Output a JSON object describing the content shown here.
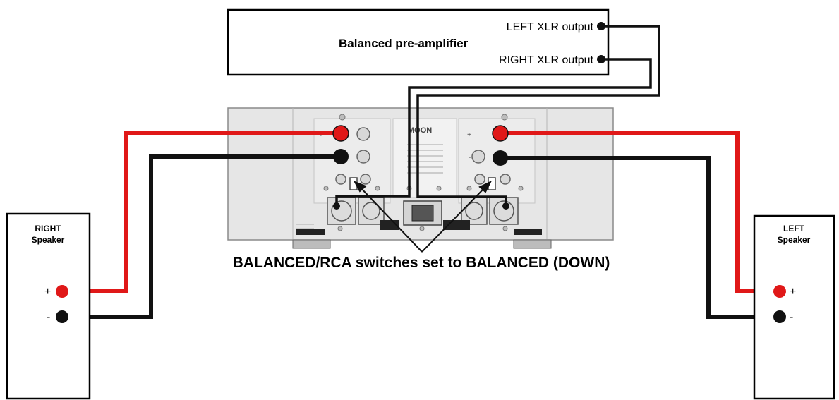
{
  "preamp": {
    "title": "Balanced pre-amplifier",
    "left_output": "LEFT XLR output",
    "right_output": "RIGHT XLR output"
  },
  "right_speaker": {
    "name_line1": "RIGHT",
    "name_line2": "Speaker",
    "plus": "+",
    "minus": "-"
  },
  "left_speaker": {
    "name_line1": "LEFT",
    "name_line2": "Speaker",
    "plus": "+",
    "minus": "-"
  },
  "amplifier": {
    "brand": "MOON",
    "terminal_plus": "+",
    "terminal_minus": "-"
  },
  "caption": "BALANCED/RCA switches set to BALANCED (DOWN)",
  "colors": {
    "positive_wire": "#e01818",
    "negative_wire": "#111111",
    "xlr_cable": "#111111",
    "chassis": "#e6e6e6"
  }
}
